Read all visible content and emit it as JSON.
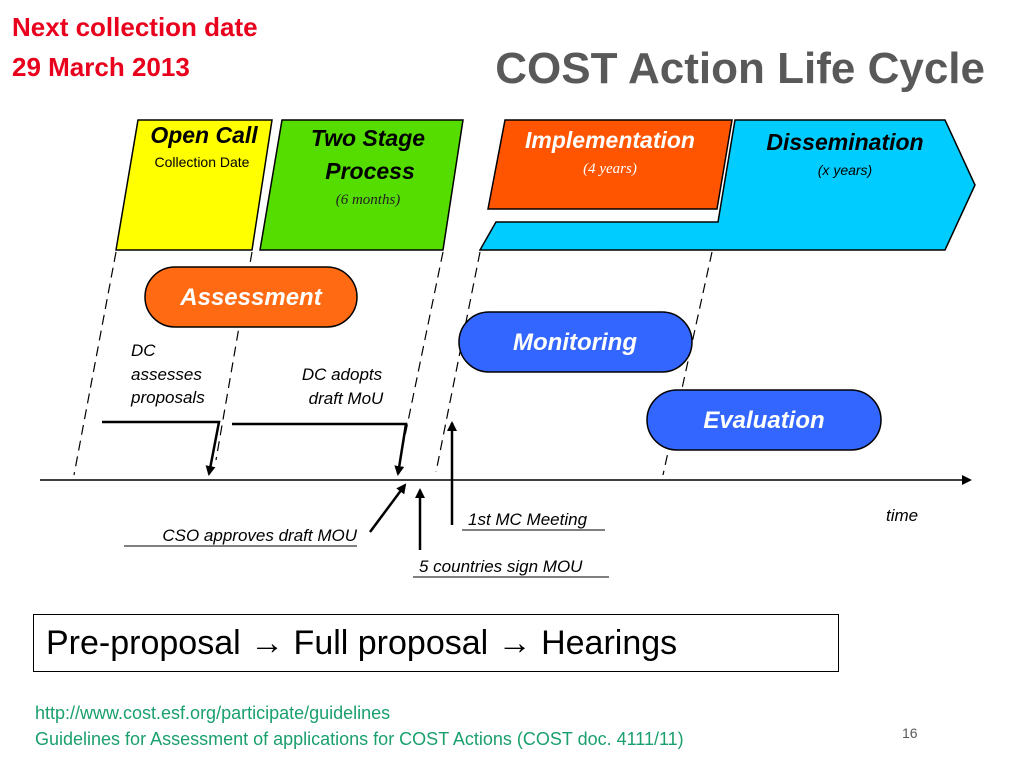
{
  "header": {
    "next_collection_line1": "Next collection date",
    "next_collection_line2": "29 March 2013",
    "title": "COST Action Life Cycle"
  },
  "phases": {
    "open_call": {
      "title": "Open Call",
      "subtitle": "Collection Date",
      "color": "#ffff00"
    },
    "two_stage": {
      "title_line1": "Two Stage",
      "title_line2": "Process",
      "subtitle": "(6 months)",
      "color": "#55dd00"
    },
    "implementation": {
      "title": "Implementation",
      "subtitle": "(4 years)",
      "color": "#ff5500"
    },
    "dissemination": {
      "title": "Dissemination",
      "subtitle": "(x years)",
      "color": "#00ccff"
    }
  },
  "activities": {
    "assessment": {
      "label": "Assessment",
      "color": "#ff6a13"
    },
    "monitoring": {
      "label": "Monitoring",
      "color": "#3366ff"
    },
    "evaluation": {
      "label": "Evaluation",
      "color": "#3366ff"
    }
  },
  "annotations": {
    "dc_assesses": [
      "DC",
      "assesses",
      "proposals"
    ],
    "dc_adopts": [
      "DC adopts",
      "draft MoU"
    ],
    "cso_approves": "CSO approves draft MOU",
    "first_mc": "1st MC Meeting",
    "five_countries": "5 countries sign MOU",
    "time_label": "time"
  },
  "proposal_flow": "Pre-proposal → Full proposal → Hearings",
  "footer": {
    "link": "http://www.cost.esf.org/participate/guidelines",
    "guidelines": "Guidelines for Assessment of applications for COST Actions (COST doc. 4111/11)",
    "page_number": "16"
  }
}
